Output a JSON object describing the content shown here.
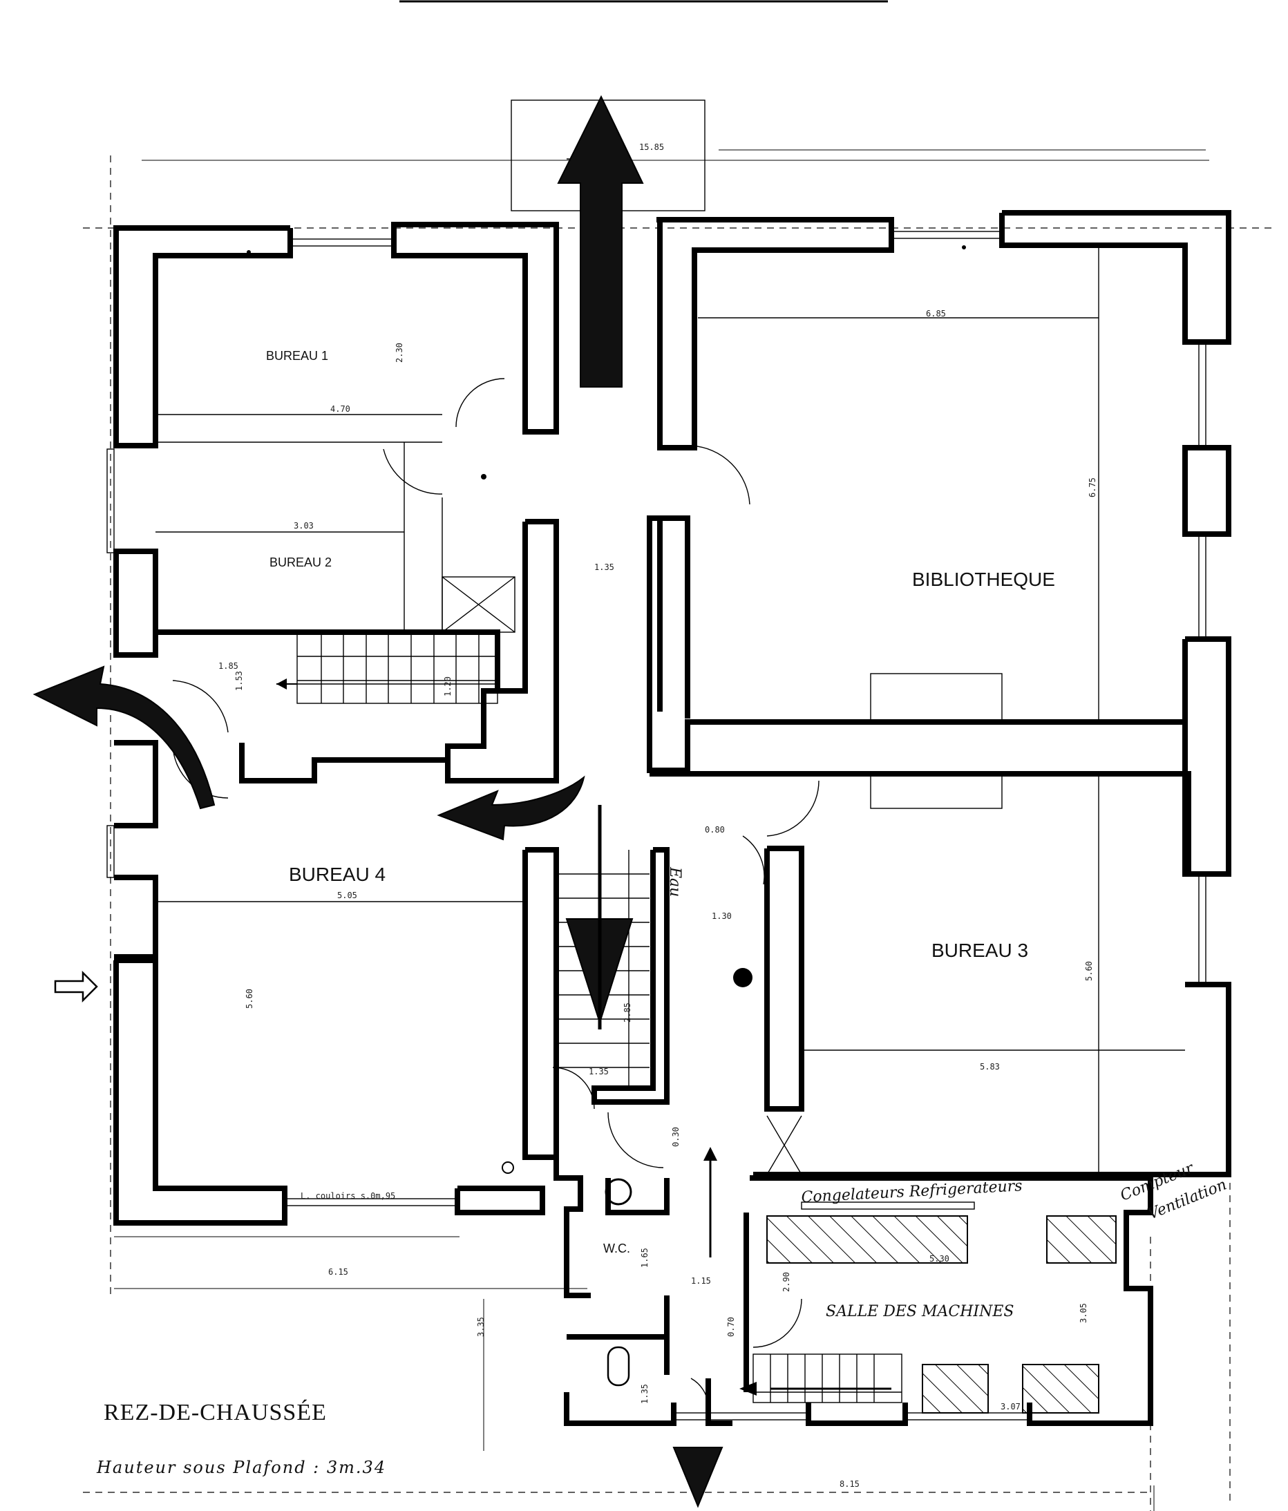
{
  "rooms": {
    "bureau1": "BUREAU 1",
    "bureau2": "BUREAU 2",
    "bureau3": "BUREAU 3",
    "bureau4": "BUREAU 4",
    "bibliotheque": "BIBLIOTHEQUE",
    "salle_machines": "SALLE DES MACHINES",
    "wc": "W.C."
  },
  "dimensions": {
    "d_1585": "15.85",
    "d_685": "6.85",
    "d_675": "6.75",
    "d_470": "4.70",
    "d_230": "2.30",
    "d_303": "3.03",
    "d_135a": "1.35",
    "d_185": "1.85",
    "d_153": "1.53",
    "d_120": "1.20",
    "d_505": "5.05",
    "d_560": "5.60",
    "d_080": "0.80",
    "d_130": "1.30",
    "d_560b": "5.60",
    "d_583": "5.83",
    "d_135b": "1.35",
    "d_030": "0.30",
    "d_615": "6.15",
    "d_530": "5.30",
    "d_305": "3.05",
    "d_307": "3.07",
    "d_815": "8.15",
    "d_335": "3.35",
    "d_115": "1.15",
    "d_165": "1.65",
    "d_070": "0.70",
    "d_135c": "1.35",
    "d_290": "2.90",
    "d_285": "2.85"
  },
  "annotations": {
    "congelateurs": "Congelateurs Refrigerateurs",
    "compteur": "Compteur",
    "ventilation": "Ventilation",
    "eau": "Eau",
    "couloir": "L. couloirs s.0m,95"
  },
  "legend": {
    "title": "REZ-DE-CHAUSSÉE",
    "height_label": "Hauteur sous Plafond : 3m.34"
  },
  "colors": {
    "ink": "#000000",
    "paper": "#ffffff"
  }
}
